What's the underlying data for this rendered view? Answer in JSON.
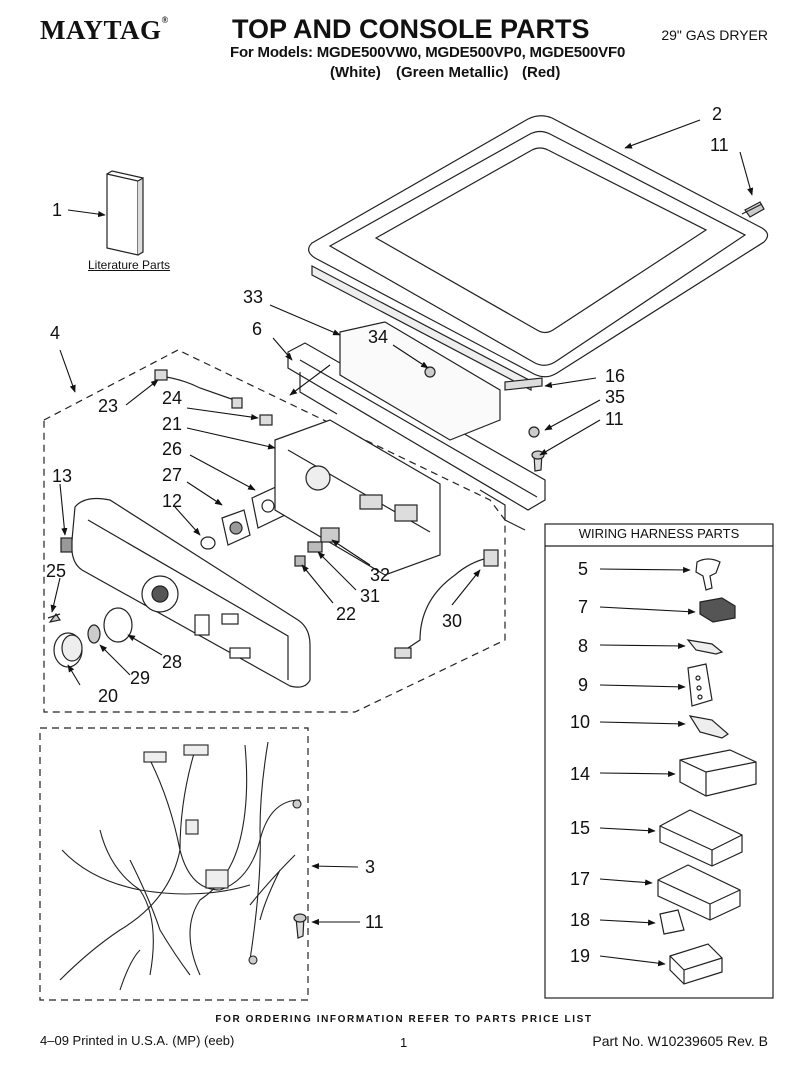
{
  "header": {
    "brand": "MAYTAG",
    "brand_mark": "®",
    "title": "TOP AND CONSOLE PARTS",
    "models_line": "For Models: MGDE500VW0, MGDE500VP0, MGDE500VF0",
    "variants": [
      "(White)",
      "(Green Metallic)",
      "(Red)"
    ],
    "product_type": "29\" GAS DRYER"
  },
  "literature_label": "Literature Parts",
  "wiring_harness_title": "WIRING HARNESS PARTS",
  "callouts": {
    "c1": "1",
    "c2": "2",
    "c3": "3",
    "c4": "4",
    "c5": "5",
    "c6": "6",
    "c7": "7",
    "c8": "8",
    "c9": "9",
    "c10": "10",
    "c11a": "11",
    "c11b": "11",
    "c11c": "11",
    "c12": "12",
    "c13": "13",
    "c14": "14",
    "c15": "15",
    "c16": "16",
    "c17": "17",
    "c18": "18",
    "c19": "19",
    "c20": "20",
    "c21": "21",
    "c22": "22",
    "c23": "23",
    "c24": "24",
    "c25": "25",
    "c26": "26",
    "c27": "27",
    "c28": "28",
    "c29": "29",
    "c30": "30",
    "c31": "31",
    "c32": "32",
    "c33": "33",
    "c34": "34",
    "c35": "35"
  },
  "footer": {
    "order_note": "FOR ORDERING INFORMATION REFER TO PARTS PRICE LIST",
    "printed": "4–09 Printed in U.S.A. (MP) (eeb)",
    "page": "1",
    "part_no": "Part No. W10239605 Rev. B"
  }
}
